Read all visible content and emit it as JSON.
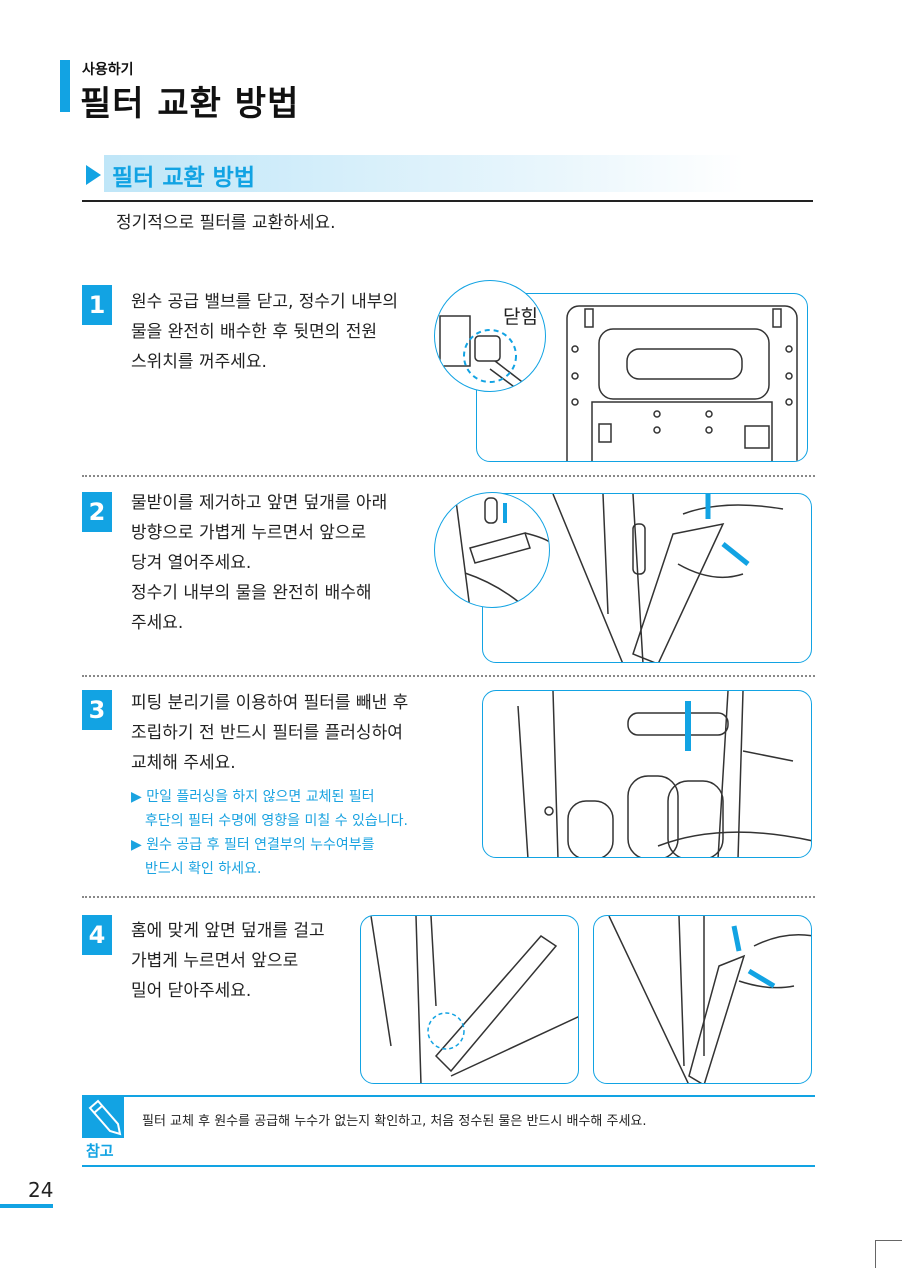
{
  "header": {
    "breadcrumb": "사용하기",
    "title": "필터 교환 방법"
  },
  "section": {
    "title": "필터 교환 방법",
    "intro": "정기적으로 필터를 교환하세요."
  },
  "steps": [
    {
      "number": "1",
      "lines": [
        "원수 공급 밸브를 닫고, 정수기 내부의",
        "물을 완전히 배수한 후 뒷면의 전원",
        "스위치를 꺼주세요."
      ],
      "callout": "닫힘"
    },
    {
      "number": "2",
      "lines": [
        "물받이를 제거하고 앞면 덮개를 아래",
        "방향으로 가볍게 누르면서 앞으로",
        "당겨 열어주세요.",
        "정수기 내부의 물을 완전히 배수해",
        "주세요."
      ]
    },
    {
      "number": "3",
      "lines": [
        "피팅 분리기를 이용하여 필터를 빼낸 후",
        "조립하기 전 반드시 필터를 플러싱하여",
        "교체해 주세요."
      ],
      "notes": [
        [
          "▶ 만일 플러싱을 하지 않으면 교체된 필터",
          "후단의 필터 수명에 영향을 미칠 수 있습니다."
        ],
        [
          "▶ 원수 공급 후 필터 연결부의 누수여부를",
          "반드시 확인 하세요."
        ]
      ]
    },
    {
      "number": "4",
      "lines": [
        "홈에 맞게 앞면 덮개를 걸고",
        "가볍게 누르면서 앞으로",
        "밀어 닫아주세요."
      ]
    }
  ],
  "note": {
    "label": "참고",
    "text": "필터 교체 후 원수를 공급해 누수가 없는지 확인하고, 처음 정수된 물은 반드시 배수해 주세요.",
    "icon": "pencil-icon"
  },
  "page_number": "24",
  "colors": {
    "accent": "#12a3e3"
  }
}
